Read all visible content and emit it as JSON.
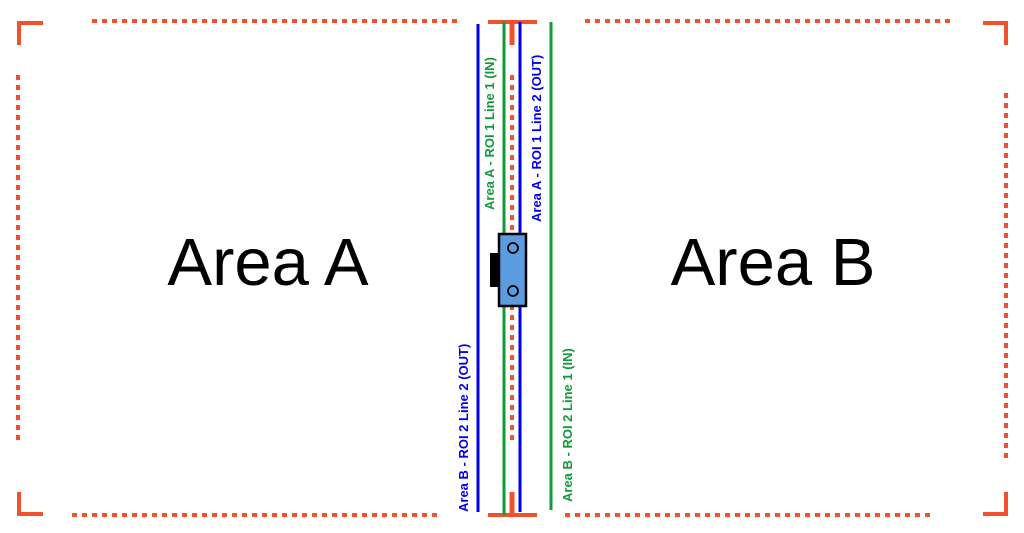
{
  "colors": {
    "boundary": "#f0532b",
    "blue_line": "#0000ee",
    "green_line": "#109a3a",
    "device_fill": "#5b9be0",
    "device_stroke": "#000000",
    "background": "#ffffff"
  },
  "areas": [
    {
      "id": "a",
      "label": "Area A"
    },
    {
      "id": "b",
      "label": "Area B"
    }
  ],
  "lines": [
    {
      "id": "area-b-roi2-line2-out",
      "label": "Area B - ROI 2 Line 2 (OUT)",
      "color": "blue"
    },
    {
      "id": "area-a-roi1-line1-in",
      "label": "Area A - ROI 1 Line 1 (IN)",
      "color": "green"
    },
    {
      "id": "area-a-roi1-line2-out",
      "label": "Area A - ROI 1 Line 2 (OUT)",
      "color": "blue"
    },
    {
      "id": "area-b-roi2-line1-in",
      "label": "Area B - ROI 2 Line 1 (IN)",
      "color": "green"
    }
  ],
  "device": {
    "name": "door-sensor"
  }
}
